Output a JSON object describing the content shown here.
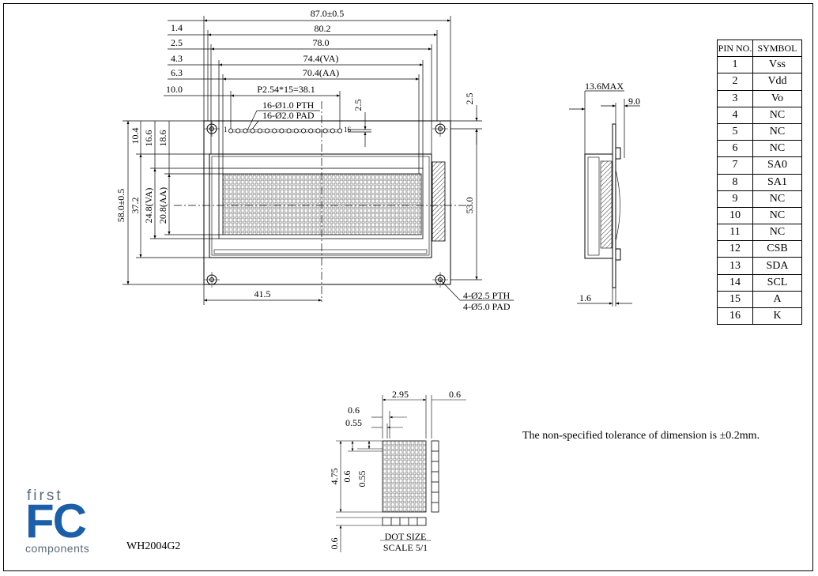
{
  "drawing": {
    "front": {
      "dim_overall_width": "87.0±0.5",
      "dim_80_2": "80.2",
      "dim_78": "78.0",
      "dim_va_width": "74.4(VA)",
      "dim_aa_width": "70.4(AA)",
      "dim_pitch": "P2.54*15=38.1",
      "pth_pins": "16-Ø1.0 PTH",
      "pad_pins": "16-Ø2.0 PAD",
      "left_1_4": "1.4",
      "left_2_5": "2.5",
      "left_4_3": "4.3",
      "left_6_3": "6.3",
      "left_10": "10.0",
      "pin_top_2_5": "2.5",
      "right_2_5": "2.5",
      "height_53": "53.0",
      "overall_height": "58.0±0.5",
      "h_37_2": "37.2",
      "h_va": "24.8(VA)",
      "h_aa": "20.8(AA)",
      "v_10_4": "10.4",
      "v_16_6": "16.6",
      "v_18_6": "18.6",
      "pin1": "1",
      "pin16": "16",
      "center_41_5": "41.5",
      "mount_pth": "4-Ø2.5 PTH",
      "mount_pad": "4-Ø5.0 PAD"
    },
    "side": {
      "max_thickness": "13.6MAX",
      "dim_9": "9.0",
      "dim_1_6": "1.6"
    },
    "dot": {
      "w_2_95": "2.95",
      "w_0_6_right": "0.6",
      "w_0_6": "0.6",
      "w_0_55": "0.55",
      "h_4_75": "4.75",
      "h_0_6": "0.6",
      "h_0_55": "0.55",
      "h_0_6_bottom": "0.6",
      "title": "DOT SIZE",
      "scale": "SCALE 5/1"
    }
  },
  "pin_table": {
    "headers": [
      "PIN NO.",
      "SYMBOL"
    ],
    "rows": [
      [
        "1",
        "Vss"
      ],
      [
        "2",
        "Vdd"
      ],
      [
        "3",
        "Vo"
      ],
      [
        "4",
        "NC"
      ],
      [
        "5",
        "NC"
      ],
      [
        "6",
        "NC"
      ],
      [
        "7",
        "SA0"
      ],
      [
        "8",
        "SA1"
      ],
      [
        "9",
        "NC"
      ],
      [
        "10",
        "NC"
      ],
      [
        "11",
        "NC"
      ],
      [
        "12",
        "CSB"
      ],
      [
        "13",
        "SDA"
      ],
      [
        "14",
        "SCL"
      ],
      [
        "15",
        "A"
      ],
      [
        "16",
        "K"
      ]
    ]
  },
  "notes": {
    "tolerance": "The non-specified tolerance of dimension is ±0.2mm."
  },
  "title_block": {
    "model": "WH2004G2",
    "logo_top": "first",
    "logo_main": "FC",
    "logo_bottom": "components"
  },
  "colors": {
    "logo_blue": "#1b5fa8",
    "logo_grey": "#5a6b7c"
  }
}
